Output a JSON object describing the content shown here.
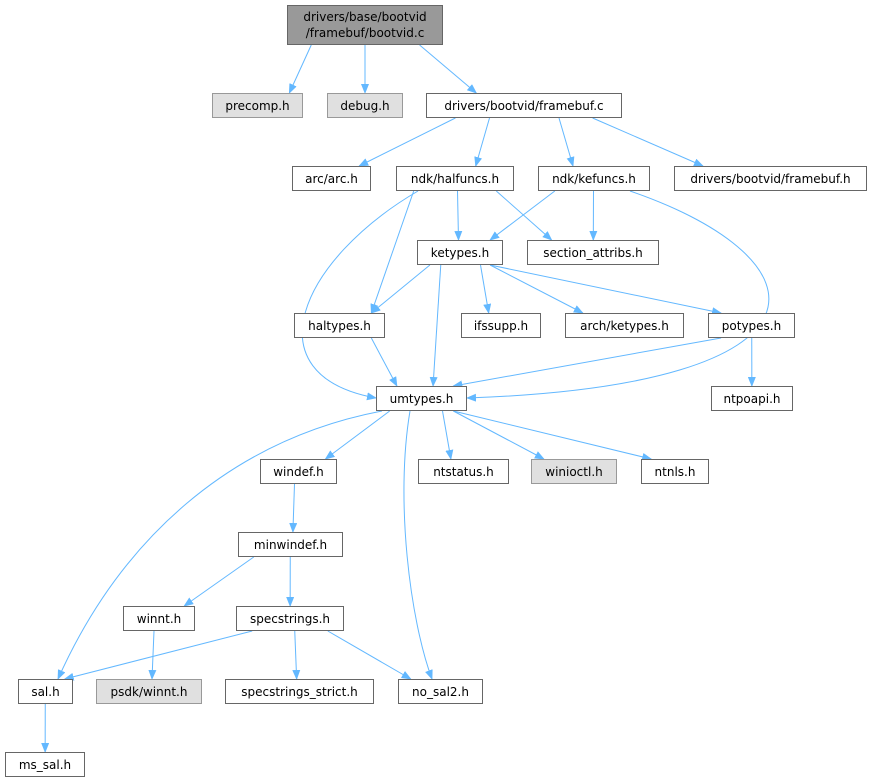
{
  "graph": {
    "edge_color": "#63b8ff",
    "nodes": {
      "root": {
        "label": "drivers/base/bootvid\n/framebuf/bootvid.c",
        "style": "root"
      },
      "precomp": {
        "label": "precomp.h",
        "style": "ext"
      },
      "debug": {
        "label": "debug.h",
        "style": "ext"
      },
      "framebuf_c": {
        "label": "drivers/bootvid/framebuf.c",
        "style": "normal"
      },
      "arc": {
        "label": "arc/arc.h",
        "style": "normal"
      },
      "halfuncs": {
        "label": "ndk/halfuncs.h",
        "style": "normal"
      },
      "kefuncs": {
        "label": "ndk/kefuncs.h",
        "style": "normal"
      },
      "framebuf_h": {
        "label": "drivers/bootvid/framebuf.h",
        "style": "normal"
      },
      "ketypes": {
        "label": "ketypes.h",
        "style": "normal"
      },
      "section": {
        "label": "section_attribs.h",
        "style": "normal"
      },
      "haltypes": {
        "label": "haltypes.h",
        "style": "normal"
      },
      "ifssupp": {
        "label": "ifssupp.h",
        "style": "normal"
      },
      "archke": {
        "label": "arch/ketypes.h",
        "style": "normal"
      },
      "potypes": {
        "label": "potypes.h",
        "style": "normal"
      },
      "umtypes": {
        "label": "umtypes.h",
        "style": "normal"
      },
      "ntpoapi": {
        "label": "ntpoapi.h",
        "style": "normal"
      },
      "windef": {
        "label": "windef.h",
        "style": "normal"
      },
      "ntstatus": {
        "label": "ntstatus.h",
        "style": "normal"
      },
      "winioctl": {
        "label": "winioctl.h",
        "style": "ext"
      },
      "ntnls": {
        "label": "ntnls.h",
        "style": "normal"
      },
      "minwindef": {
        "label": "minwindef.h",
        "style": "normal"
      },
      "winnt": {
        "label": "winnt.h",
        "style": "normal"
      },
      "specstrings": {
        "label": "specstrings.h",
        "style": "normal"
      },
      "sal": {
        "label": "sal.h",
        "style": "normal"
      },
      "psdk": {
        "label": "psdk/winnt.h",
        "style": "ext"
      },
      "strict": {
        "label": "specstrings_strict.h",
        "style": "normal"
      },
      "nosal2": {
        "label": "no_sal2.h",
        "style": "normal"
      },
      "mssal": {
        "label": "ms_sal.h",
        "style": "normal"
      }
    },
    "edges": [
      [
        "root",
        "precomp"
      ],
      [
        "root",
        "debug"
      ],
      [
        "root",
        "framebuf_c"
      ],
      [
        "framebuf_c",
        "arc"
      ],
      [
        "framebuf_c",
        "halfuncs"
      ],
      [
        "framebuf_c",
        "kefuncs"
      ],
      [
        "framebuf_c",
        "framebuf_h"
      ],
      [
        "halfuncs",
        "umtypes"
      ],
      [
        "halfuncs",
        "haltypes"
      ],
      [
        "halfuncs",
        "ketypes"
      ],
      [
        "halfuncs",
        "section"
      ],
      [
        "kefuncs",
        "ketypes"
      ],
      [
        "kefuncs",
        "section"
      ],
      [
        "kefuncs",
        "umtypes"
      ],
      [
        "ketypes",
        "haltypes"
      ],
      [
        "ketypes",
        "umtypes"
      ],
      [
        "ketypes",
        "ifssupp"
      ],
      [
        "ketypes",
        "archke"
      ],
      [
        "ketypes",
        "potypes"
      ],
      [
        "haltypes",
        "umtypes"
      ],
      [
        "potypes",
        "umtypes"
      ],
      [
        "potypes",
        "ntpoapi"
      ],
      [
        "umtypes",
        "sal"
      ],
      [
        "umtypes",
        "windef"
      ],
      [
        "umtypes",
        "nosal2"
      ],
      [
        "umtypes",
        "ntstatus"
      ],
      [
        "umtypes",
        "winioctl"
      ],
      [
        "umtypes",
        "ntnls"
      ],
      [
        "windef",
        "minwindef"
      ],
      [
        "minwindef",
        "winnt"
      ],
      [
        "minwindef",
        "specstrings"
      ],
      [
        "winnt",
        "psdk"
      ],
      [
        "specstrings",
        "sal"
      ],
      [
        "specstrings",
        "strict"
      ],
      [
        "specstrings",
        "nosal2"
      ],
      [
        "sal",
        "mssal"
      ]
    ]
  }
}
